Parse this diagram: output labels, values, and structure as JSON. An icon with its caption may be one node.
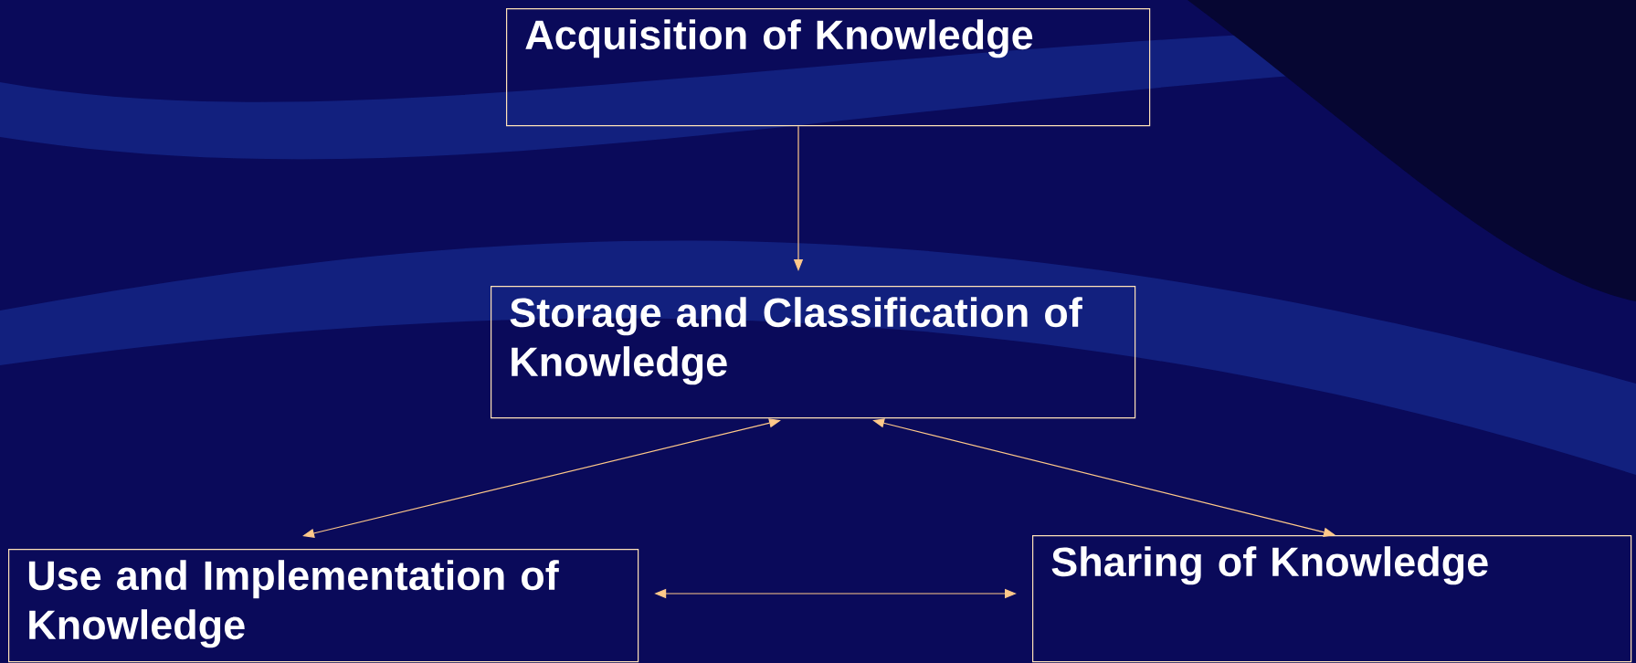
{
  "diagram": {
    "nodes": [
      {
        "text": [
          "Acquisition of Knowledge"
        ]
      },
      {
        "text": [
          "Storage and Classification of Knowledge"
        ]
      },
      {
        "text": [
          "Use and Implementation of Knowledge"
        ]
      },
      {
        "text": [
          "Sharing of Knowledge"
        ]
      }
    ],
    "edges": [
      {
        "from": 0,
        "to": 1,
        "arrow": "to"
      },
      {
        "from": 1,
        "to": 2,
        "arrow": "both"
      },
      {
        "from": 1,
        "to": 3,
        "arrow": "both"
      },
      {
        "from": 2,
        "to": 3,
        "arrow": "both"
      }
    ]
  }
}
